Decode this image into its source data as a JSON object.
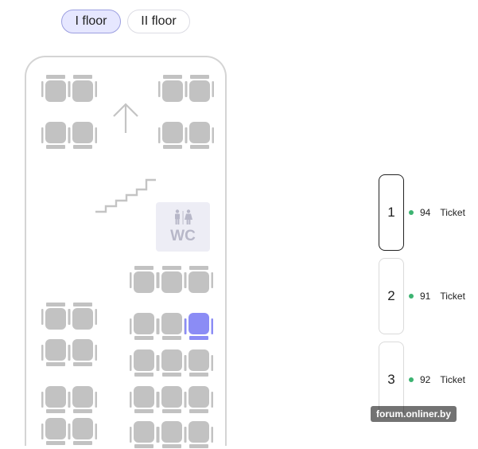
{
  "floor_tabs": [
    {
      "label": "I floor",
      "active": true
    },
    {
      "label": "II floor",
      "active": false
    }
  ],
  "wc": {
    "label": "WC",
    "icon": "restroom-icon"
  },
  "icons": {
    "direction": "arrow-up-icon",
    "stairs": "stairs-icon"
  },
  "colors": {
    "seat": "#c2c2c2",
    "seat_selected": "#8b8cf5",
    "available_dot": "#3cb371",
    "active_tab_bg": "#e6e7ff"
  },
  "cars": [
    {
      "number": "1",
      "seats": "94",
      "label": "Ticket",
      "active": true
    },
    {
      "number": "2",
      "seats": "91",
      "label": "Ticket",
      "active": false
    },
    {
      "number": "3",
      "seats": "92",
      "label": "Ticket",
      "active": false
    }
  ],
  "watermark": "forum.onliner.by"
}
